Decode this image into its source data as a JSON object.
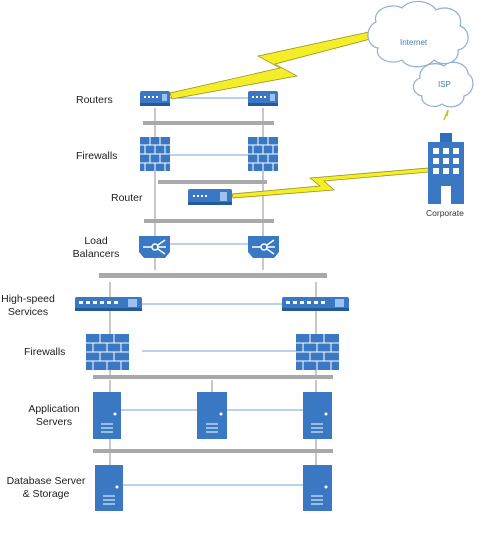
{
  "labels": {
    "routers": "Routers",
    "firewalls_top": "Firewalls",
    "router": "Router",
    "load_balancers": "Load\nBalancers",
    "high_speed_services": "High-speed\nServices",
    "firewalls_bottom": "Firewalls",
    "application_servers": "Application\nServers",
    "database_storage": "Database Server\n& Storage"
  },
  "clouds": {
    "internet": "Internet",
    "isp": "ISP"
  },
  "corporate": "Corporate",
  "icons": [
    "router-icon",
    "firewall-icon",
    "load-balancer-icon",
    "switch-icon",
    "server-icon",
    "cloud-icon",
    "building-icon",
    "lightning-link-icon"
  ],
  "colors": {
    "device_blue": "#3a78c4",
    "device_dark": "#235a99",
    "bus_gray": "#a9a9a9",
    "cloud_outline": "#7ea7cf",
    "lightning": "#f2ec2a"
  }
}
